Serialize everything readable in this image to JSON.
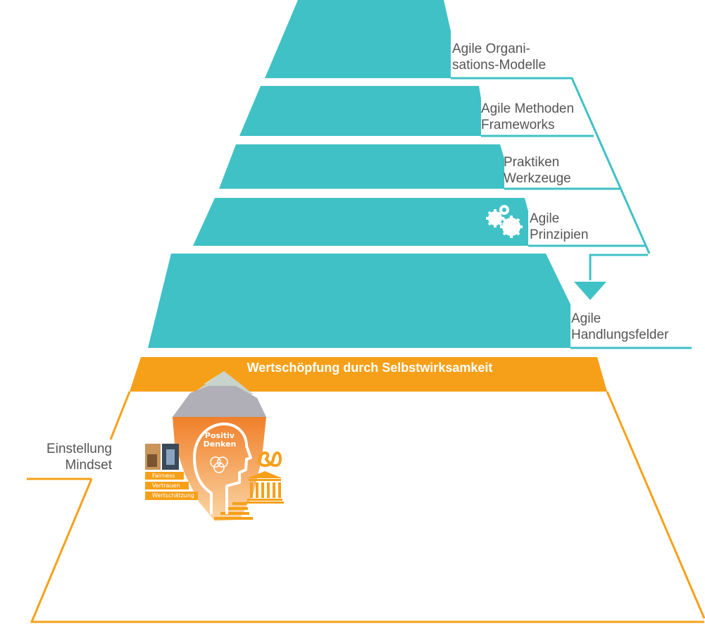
{
  "colors": {
    "teal": "#3fc1c6",
    "orange": "#f6a01a",
    "label_gray": "#555557",
    "mountain_gray": "#b0aeb6"
  },
  "levels": [
    {
      "id": "organisations-modelle",
      "line1": "Agile Organi-",
      "line2": "sations-Modelle"
    },
    {
      "id": "methoden-frameworks",
      "line1": "Agile Methoden",
      "line2": "Frameworks"
    },
    {
      "id": "praktiken-werkzeuge",
      "line1": "Praktiken",
      "line2": "Werkzeuge"
    },
    {
      "id": "prinzipien",
      "line1": "Agile",
      "line2": "Prinzipien"
    },
    {
      "id": "handlungsfelder",
      "line1": "Agile",
      "line2": "Handlungsfelder"
    }
  ],
  "banner": {
    "text": "Wertschöpfung durch Selbstwirksamkeit"
  },
  "mindset": {
    "line1": "Einstellung",
    "line2": "Mindset"
  },
  "iceberg": {
    "head_line1": "Positiv",
    "head_line2": "Denken",
    "values": [
      "Fairness",
      "Vertrauen",
      "Wertschätzung"
    ]
  },
  "icons": [
    "gears-icon",
    "infinity-icon",
    "temple-icon",
    "head-icon",
    "photo-icon"
  ]
}
